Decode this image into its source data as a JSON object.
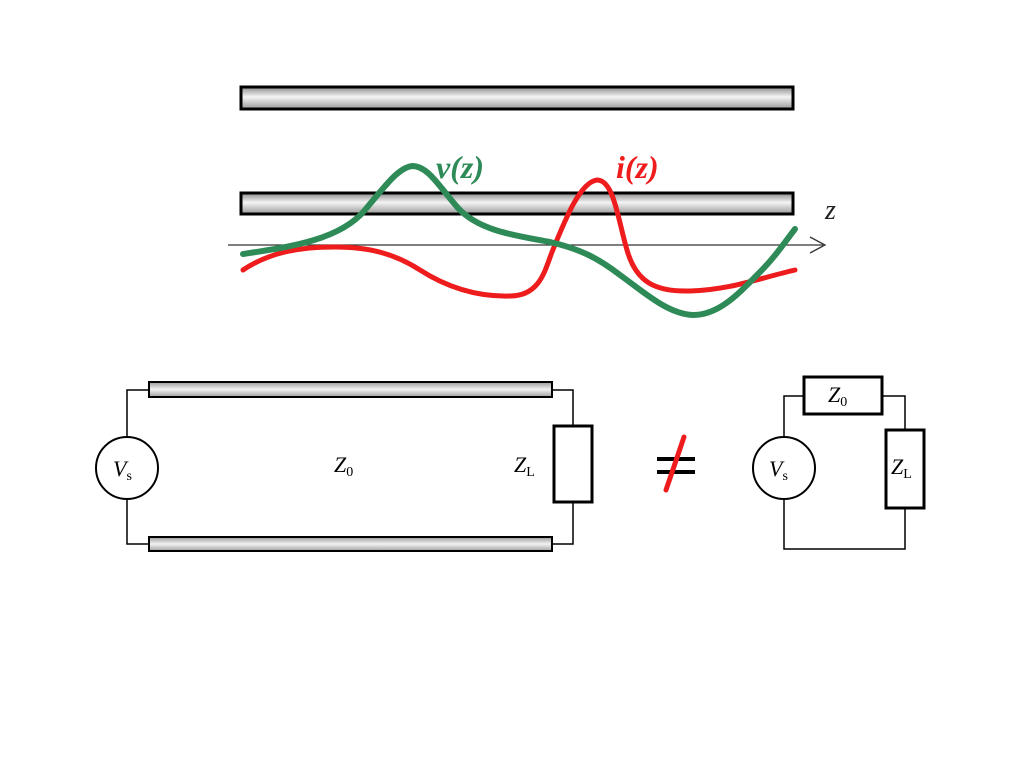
{
  "waveform_panel": {
    "voltage_label": "v(z)",
    "current_label": "i(z)",
    "axis_label": "z",
    "colors": {
      "voltage": "#2e8b57",
      "current": "#ee1c1c",
      "axis": "#333333"
    }
  },
  "transmission_line_circuit": {
    "source_symbol": "V",
    "source_subscript": "s",
    "line_impedance_symbol": "Z",
    "line_impedance_subscript": "0",
    "load_symbol": "Z",
    "load_subscript": "L"
  },
  "comparison": {
    "operator_meaning": "not equal",
    "color": "#ee1c1c"
  },
  "lumped_circuit": {
    "source_symbol": "V",
    "source_subscript": "s",
    "series_impedance_symbol": "Z",
    "series_impedance_subscript": "0",
    "load_symbol": "Z",
    "load_subscript": "L"
  }
}
